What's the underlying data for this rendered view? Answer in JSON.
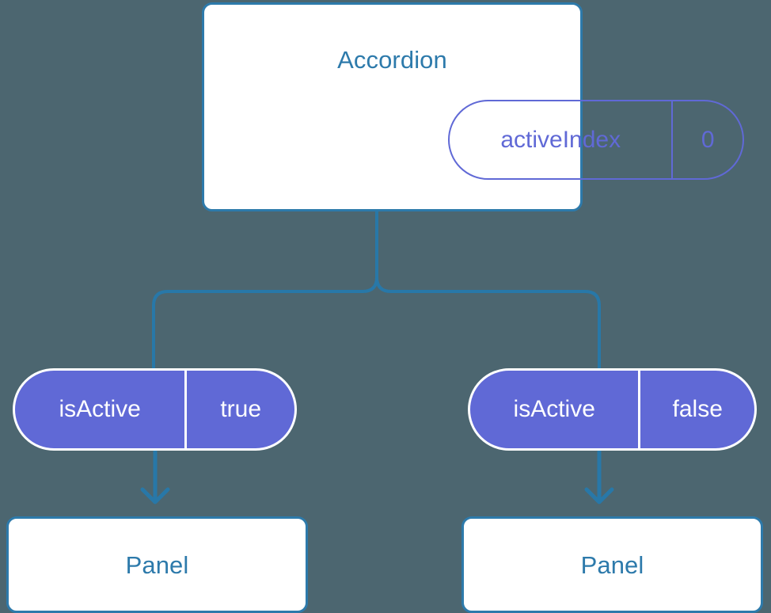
{
  "theme": {
    "background": "#4c6670",
    "card_fill": "#ffffff",
    "card_border": "#2d7aab",
    "card_text": "#2d7aab",
    "pill_accent": "#6069d6",
    "pill_filled_text": "#ffffff",
    "connector": "#2878a8"
  },
  "diagram": {
    "type": "component-tree",
    "root": {
      "title": "Accordion",
      "state": {
        "key": "activeIndex",
        "value": "0"
      }
    },
    "branches": [
      {
        "prop": {
          "key": "isActive",
          "value": "true"
        },
        "child": {
          "title": "Panel"
        }
      },
      {
        "prop": {
          "key": "isActive",
          "value": "false"
        },
        "child": {
          "title": "Panel"
        }
      }
    ]
  }
}
